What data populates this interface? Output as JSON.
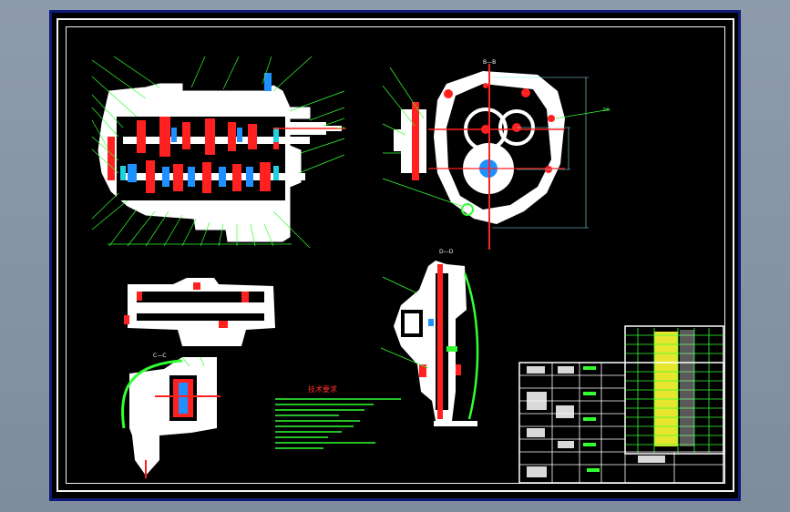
{
  "drawing": {
    "section_labels": {
      "top_view": "B—B",
      "lower_center": "D—D",
      "left_small": "C—C"
    },
    "notes_title": "技术要求",
    "part_tag": "58",
    "colors": {
      "background": "#000000",
      "part_outline": "#ffffff",
      "hatch": "#ff2020",
      "leader": "#33ff33",
      "section_hatch": "#1e90ff",
      "cyan_part": "#20d0e0",
      "title_highlight": "#ffff33",
      "frame_border": "#0d1a78"
    }
  }
}
